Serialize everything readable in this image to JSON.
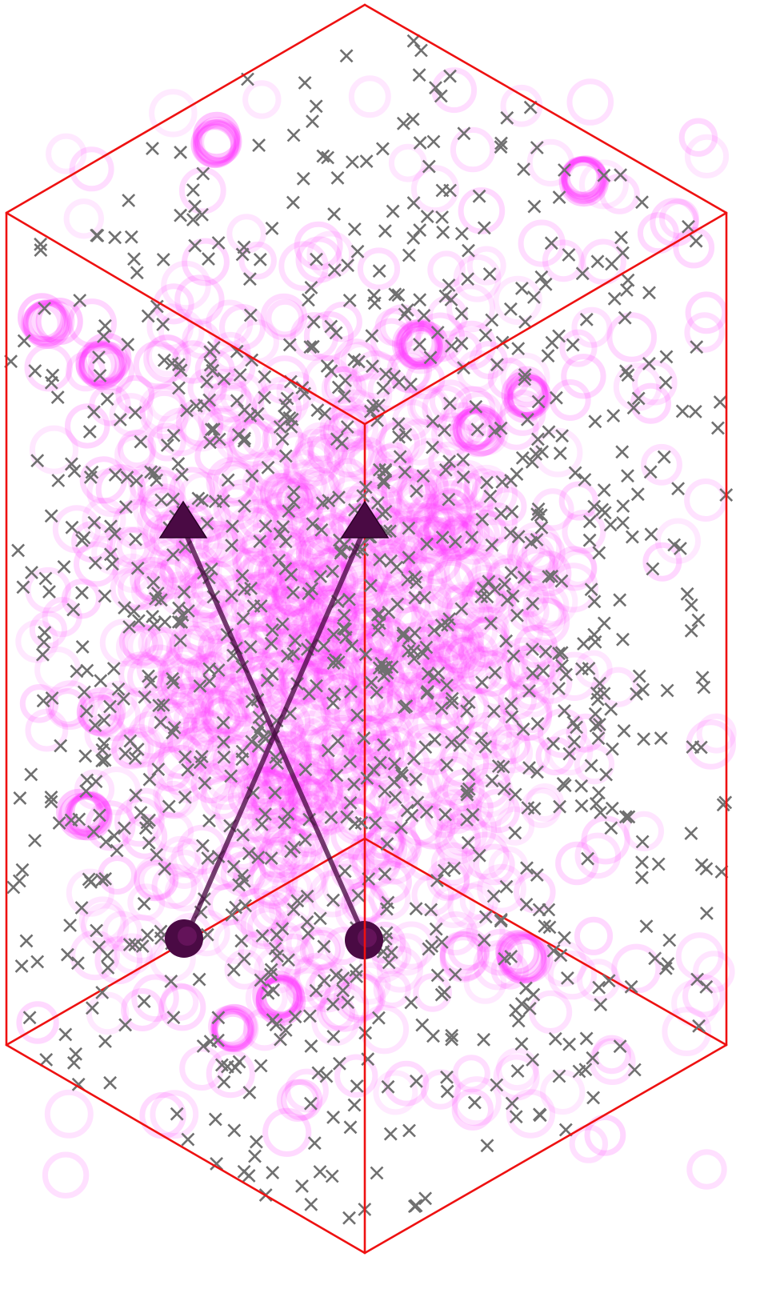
{
  "scene": {
    "description_free": true,
    "colors": {
      "background": "#ffffff",
      "box_edges": "#ee1111",
      "ring": "#ff33ff",
      "cross_marker": "#707070",
      "path_and_endpoints": "#4a0a44"
    },
    "icons": {
      "cross": "x-marker-icon",
      "ring": "ring-marker-icon",
      "start": "sphere-marker-icon",
      "end": "triangle-arrowhead-icon"
    },
    "counts": {
      "rings_dense": 900,
      "rings_scatter": 140,
      "crosses": 1050
    },
    "paths": [
      {
        "name": "path-a",
        "start": "sphere",
        "end": "triangle"
      },
      {
        "name": "path-b",
        "start": "sphere",
        "end": "triangle"
      }
    ]
  }
}
